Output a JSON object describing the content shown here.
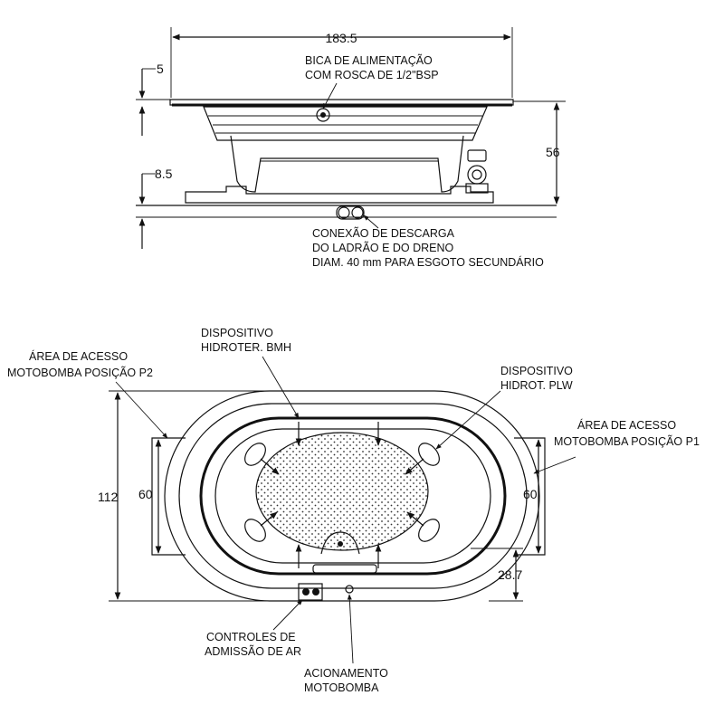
{
  "side_view": {
    "dim_width": "183.5",
    "dim_rim": "5",
    "dim_height": "56",
    "dim_base": "8.5",
    "label_spout": [
      "BICA DE ALIMENTAÇÃO",
      "COM ROSCA DE 1/2\"BSP"
    ],
    "label_drain": [
      "CONEXÃO DE DESCARGA",
      "DO LADRÃO E DO DRENO",
      "DIAM. 40 mm PARA ESGOTO SECUNDÁRIO"
    ]
  },
  "top_view": {
    "dim_total_depth": "112",
    "dim_access_left": "60",
    "dim_access_right": "60",
    "dim_offset": "28.7",
    "label_access_p2": [
      "ÁREA DE ACESSO",
      "MOTOBOMBA POSIÇÃO P2"
    ],
    "label_bmh": [
      "DISPOSITIVO",
      "HIDROTER. BMH"
    ],
    "label_plw": [
      "DISPOSITIVO",
      "HIDROT. PLW"
    ],
    "label_access_p1": [
      "ÁREA DE ACESSO",
      "MOTOBOMBA POSIÇÃO P1"
    ],
    "label_air": [
      "CONTROLES DE",
      "ADMISSÃO DE AR"
    ],
    "label_pump": [
      "ACIONAMENTO",
      "MOTOBOMBA"
    ]
  }
}
